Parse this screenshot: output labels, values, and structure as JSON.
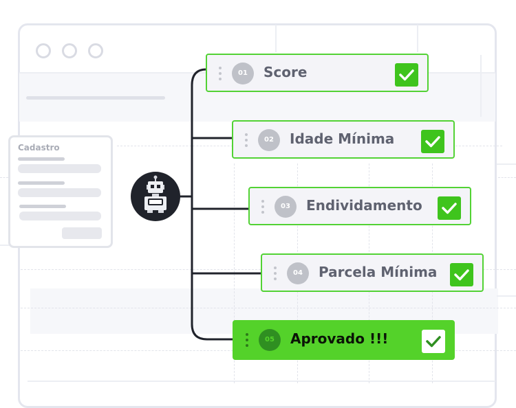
{
  "form": {
    "title": "Cadastro"
  },
  "steps": [
    {
      "number": "01",
      "label": "Score",
      "checked": true,
      "status": "passed"
    },
    {
      "number": "02",
      "label": "Idade Mínima",
      "checked": true,
      "status": "passed"
    },
    {
      "number": "03",
      "label": "Endividamento",
      "checked": true,
      "status": "passed"
    },
    {
      "number": "04",
      "label": "Parcela Mínima",
      "checked": true,
      "status": "passed"
    },
    {
      "number": "05",
      "label": "Aprovado !!!",
      "checked": true,
      "status": "final"
    }
  ],
  "icons": {
    "bot": "robot-icon",
    "check": "check-icon",
    "grip": "drag-handle-icon"
  },
  "colors": {
    "accent_green": "#54d22a",
    "check_green": "#3fc41d",
    "robot_bg": "#20232b",
    "connector": "#20232b",
    "frame_gray": "#e4e6ee"
  }
}
